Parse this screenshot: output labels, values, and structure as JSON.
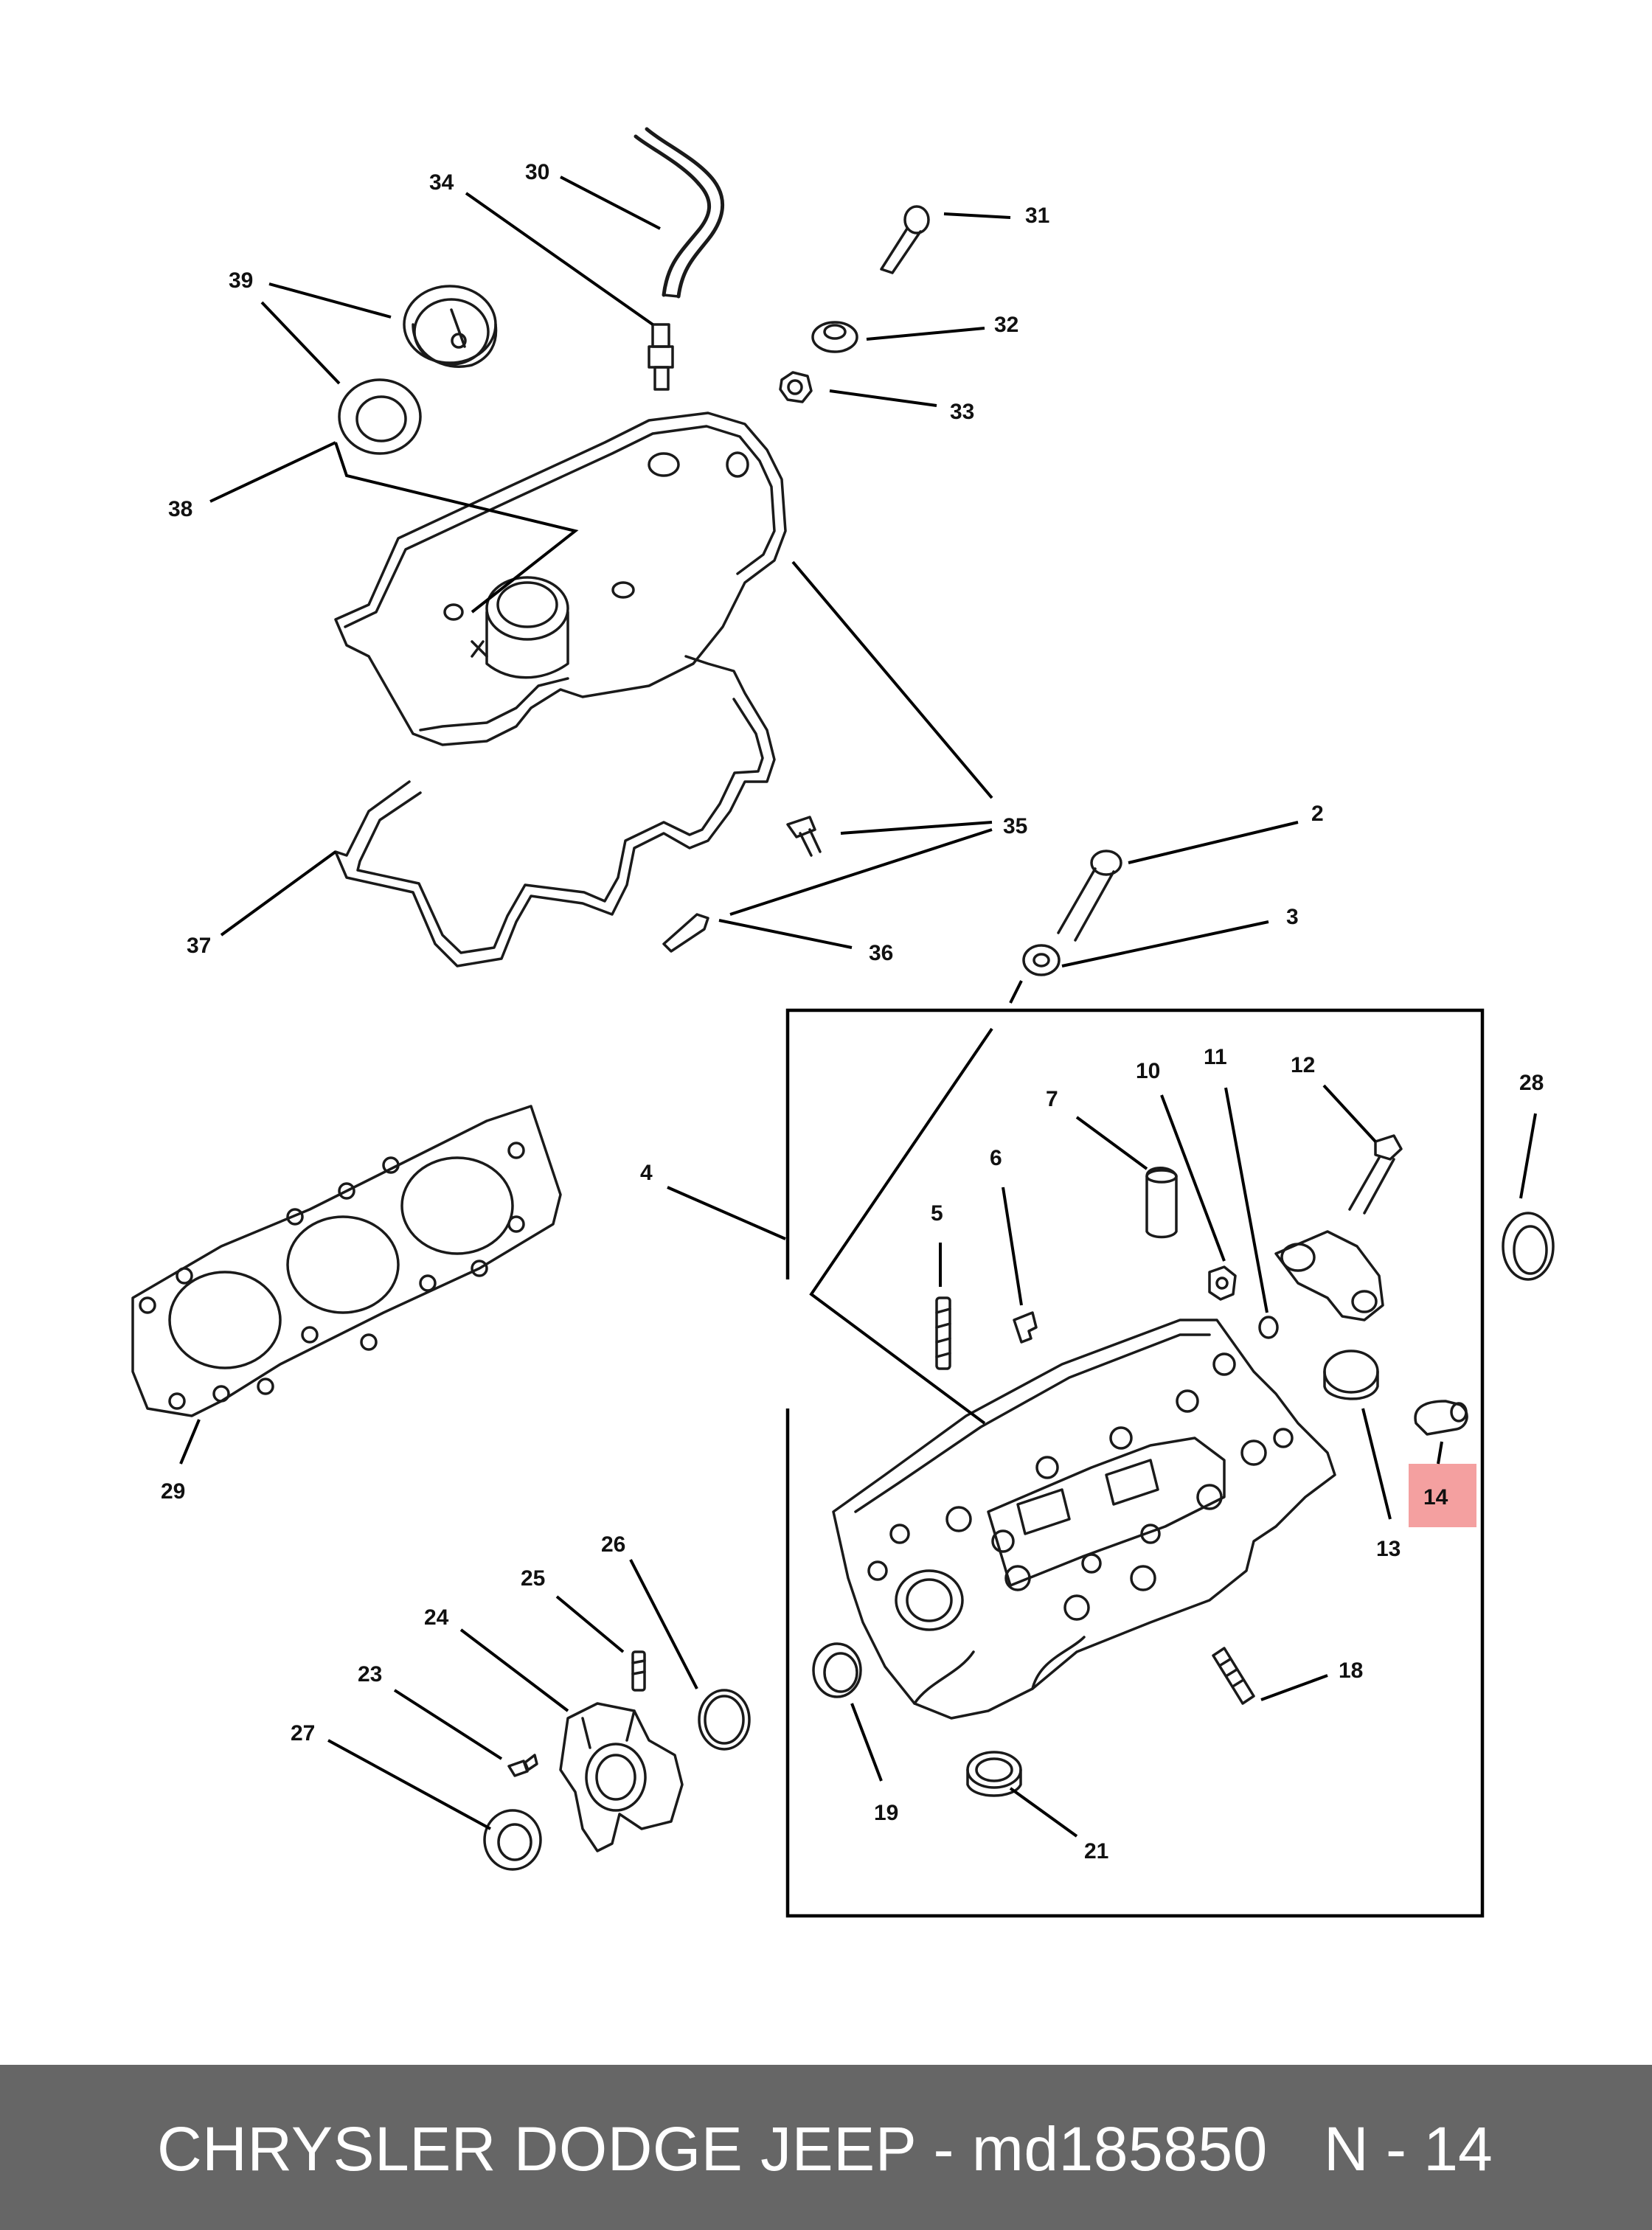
{
  "callouts": {
    "c2": "2",
    "c3": "3",
    "c4": "4",
    "c5": "5",
    "c6": "6",
    "c7": "7",
    "c10": "10",
    "c11": "11",
    "c12": "12",
    "c13": "13",
    "c14": "14",
    "c18": "18",
    "c19": "19",
    "c21": "21",
    "c23": "23",
    "c24": "24",
    "c25": "25",
    "c26": "26",
    "c27": "27",
    "c28": "28",
    "c29": "29",
    "c30": "30",
    "c31": "31",
    "c32": "32",
    "c33": "33",
    "c34": "34",
    "c35": "35",
    "c36": "36",
    "c37": "37",
    "c38": "38",
    "c39": "39"
  },
  "highlight": {
    "label": "14",
    "color": "#f4a0a0"
  },
  "footer": {
    "title": "CHRYSLER DODGE JEEP - md185850",
    "page": "N - 14",
    "background": "#666666"
  }
}
